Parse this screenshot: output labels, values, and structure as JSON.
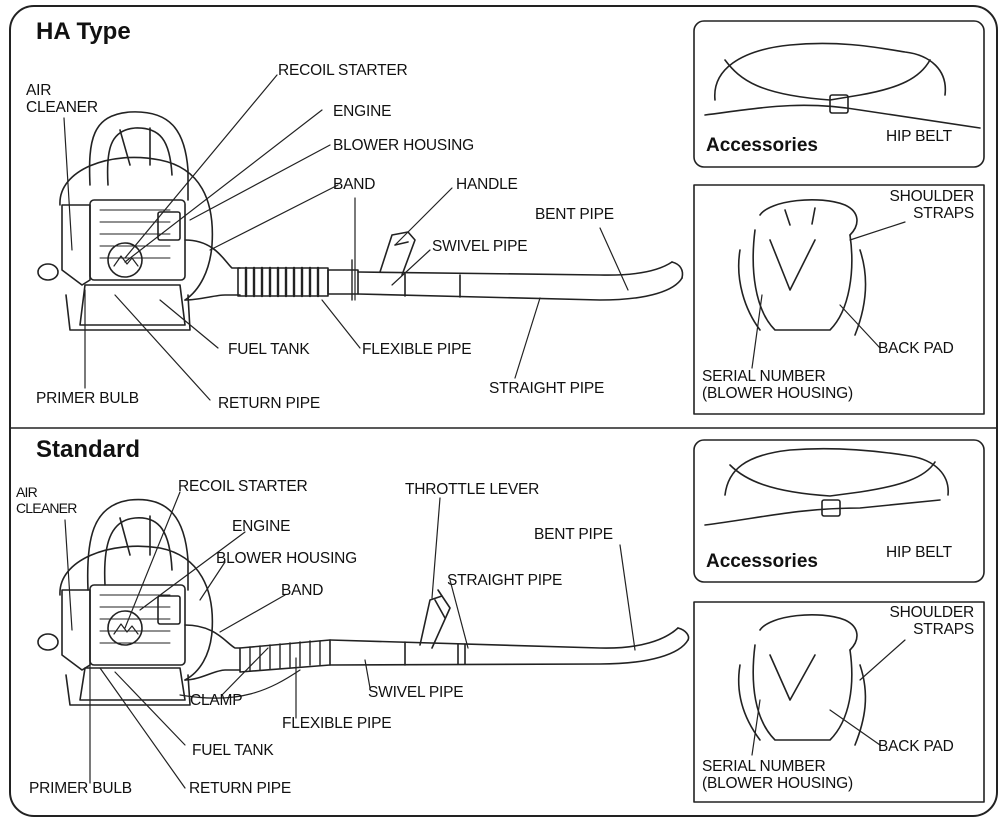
{
  "sections": [
    {
      "title": "HA Type",
      "labels": {
        "air_cleaner": "AIR\nCLEANER",
        "recoil_starter": "RECOIL STARTER",
        "engine": "ENGINE",
        "blower_housing": "BLOWER HOUSING",
        "band": "BAND",
        "handle": "HANDLE",
        "bent_pipe": "BENT PIPE",
        "swivel_pipe": "SWIVEL PIPE",
        "fuel_tank": "FUEL TANK",
        "flexible_pipe": "FLEXIBLE PIPE",
        "straight_pipe": "STRAIGHT PIPE",
        "primer_bulb": "PRIMER BULB",
        "return_pipe": "RETURN PIPE"
      },
      "accessories": {
        "heading": "Accessories",
        "hip_belt": "HIP BELT",
        "shoulder_straps": "SHOULDER\nSTRAPS",
        "back_pad": "BACK PAD",
        "serial_number": "SERIAL NUMBER\n(BLOWER HOUSING)"
      }
    },
    {
      "title": "Standard",
      "labels": {
        "air_cleaner": "AIR\nCLEANER",
        "recoil_starter": "RECOIL STARTER",
        "engine": "ENGINE",
        "blower_housing": "BLOWER HOUSING",
        "band": "BAND",
        "throttle_lever": "THROTTLE LEVER",
        "bent_pipe": "BENT PIPE",
        "straight_pipe": "STRAIGHT PIPE",
        "swivel_pipe": "SWIVEL PIPE",
        "clamp": "CLAMP",
        "flexible_pipe": "FLEXIBLE PIPE",
        "fuel_tank": "FUEL TANK",
        "primer_bulb": "PRIMER BULB",
        "return_pipe": "RETURN PIPE"
      },
      "accessories": {
        "heading": "Accessories",
        "hip_belt": "HIP BELT",
        "shoulder_straps": "SHOULDER\nSTRAPS",
        "back_pad": "BACK PAD",
        "serial_number": "SERIAL NUMBER\n(BLOWER HOUSING)"
      }
    }
  ]
}
